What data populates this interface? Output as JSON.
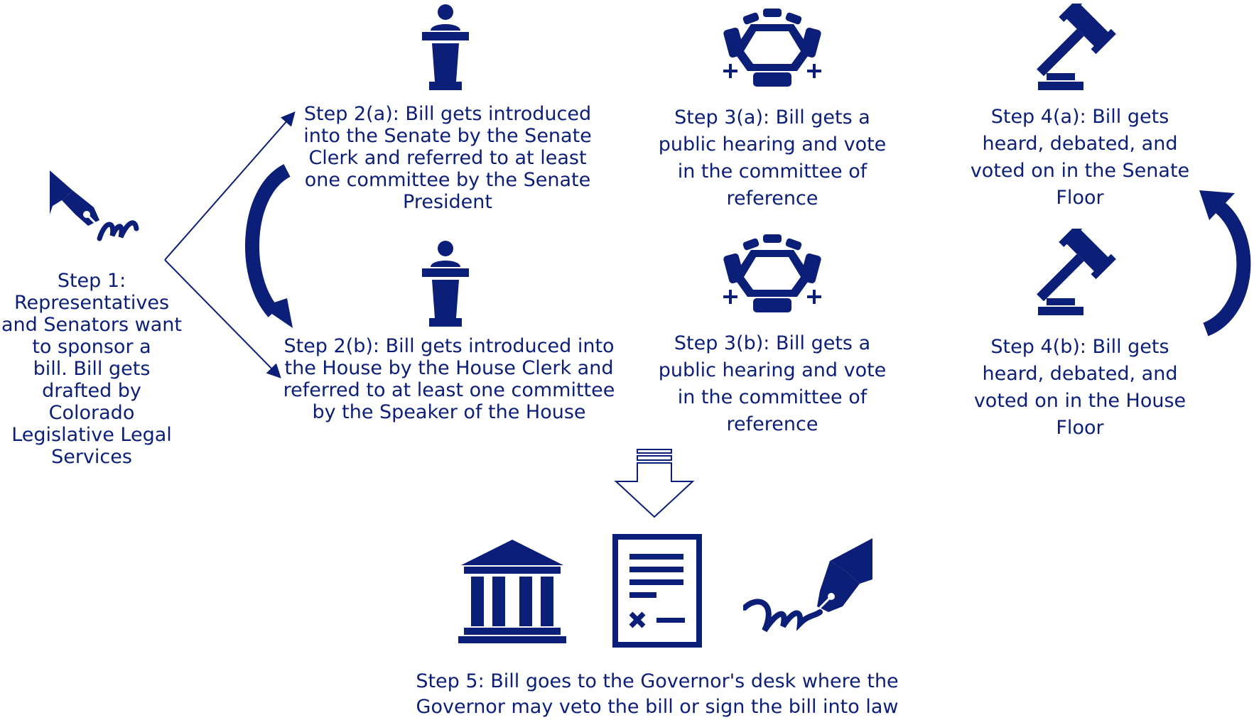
{
  "colors": {
    "primary": "#0b1e78"
  },
  "steps": {
    "step1": "Step 1:\nRepresentatives\nand Senators want\nto sponsor a\nbill. Bill gets\ndrafted by\nColorado\nLegislative Legal\nServices",
    "step2a": "Step 2(a): Bill gets introduced\ninto the Senate by the Senate\nClerk and referred to at least\none committee by the Senate\nPresident",
    "step2b": "Step 2(b): Bill gets introduced into\nthe House by the House Clerk and\nreferred to at least one committee\nby the Speaker of the House",
    "step3a": "Step 3(a): Bill gets a\npublic hearing and vote\nin the committee of\nreference",
    "step3b": "Step 3(b): Bill gets a\npublic hearing and vote\nin the committee of\nreference",
    "step4a": "Step 4(a): Bill gets\nheard, debated, and\nvoted on in the Senate\nFloor",
    "step4b": "Step 4(b): Bill gets\nheard, debated, and\nvoted on in the House\nFloor",
    "step5": "Step 5: Bill goes to the Governor's desk where the\nGovernor may veto the bill or sign the bill into law"
  },
  "icons": [
    "fountain-pen-signature-icon",
    "podium-speaker-icon",
    "conference-table-icon",
    "gavel-icon",
    "capitol-building-icon",
    "document-signature-icon",
    "down-arrow-icon"
  ]
}
